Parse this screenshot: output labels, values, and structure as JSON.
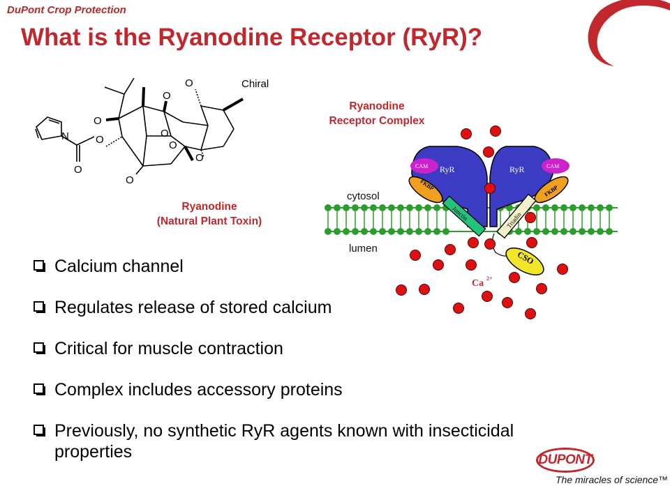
{
  "header": {
    "company_label": "DuPont Crop Protection"
  },
  "slide": {
    "title": "What is the Ryanodine Receptor (RyR)?"
  },
  "molecule": {
    "chiral_label": "Chiral",
    "atom_o": "O",
    "atom_n": "N",
    "caption_line1": "Ryanodine",
    "caption_line2": "(Natural Plant Toxin)"
  },
  "complex": {
    "caption_line1": "Ryanodine",
    "caption_line2": "Receptor Complex",
    "cytosol_label": "cytosol",
    "lumen_label": "lumen",
    "ryr_label": "RyR",
    "cam_label": "CAM",
    "fkbp_label": "FKBP",
    "junctin_label": "Junctin",
    "triadin_label": "Triadin",
    "cso_label": "CSO",
    "ca_label": "Ca",
    "ca_charge": "2+"
  },
  "bullets": [
    "Calcium channel",
    "Regulates release of stored calcium",
    "Critical for muscle contraction",
    "Complex includes accessory proteins",
    "Previously, no synthetic RyR agents known with insecticidal properties"
  ],
  "logo": {
    "brand": "DUPONT",
    "tagline": "The miracles of science™"
  },
  "colors": {
    "accent_red": "#c0282d",
    "ryr_blue": "#3b3bc4",
    "cam_magenta": "#cc22cc",
    "fkbp_orange": "#f0a020",
    "cso_yellow": "#f2e62a",
    "membrane_green": "#2a9e2a",
    "calcium_red": "#dd1111"
  }
}
